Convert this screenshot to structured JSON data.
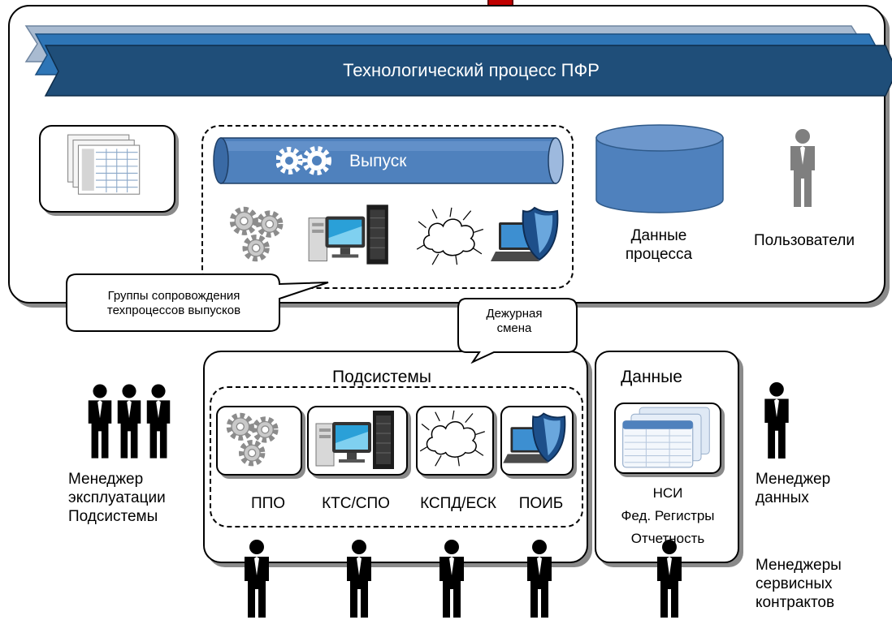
{
  "process_panel": {
    "banner_title": "Технологический процесс ПФР",
    "release_label": "Выпуск",
    "process_data_label": "Данные процесса",
    "users_label": "Пользователи"
  },
  "callouts": {
    "support_groups": "Группы сопровождения техпроцессов выпусков",
    "duty_shift": "Дежурная смена"
  },
  "subsystems_panel": {
    "title": "Подсистемы",
    "items": [
      "ППО",
      "КТС/СПО",
      "КСПД/ЕСК",
      "ПОИБ"
    ]
  },
  "data_panel": {
    "title": "Данные",
    "items": [
      "НСИ",
      "Фед. Регистры",
      "Отчетность"
    ]
  },
  "roles": {
    "ops_manager": "Менеджер эксплуатации Подсистемы",
    "data_manager": "Менеджер данных",
    "contract_managers": "Менеджеры сервисных контрактов"
  },
  "colors": {
    "banner_dark": "#1f4e79",
    "banner_mid": "#2e75b6",
    "banner_light": "#9fb2c9",
    "pipe": "#4a7ebb",
    "cylinder": "#4f81bd",
    "person_gray": "#7f7f7f",
    "person_black": "#000000"
  }
}
